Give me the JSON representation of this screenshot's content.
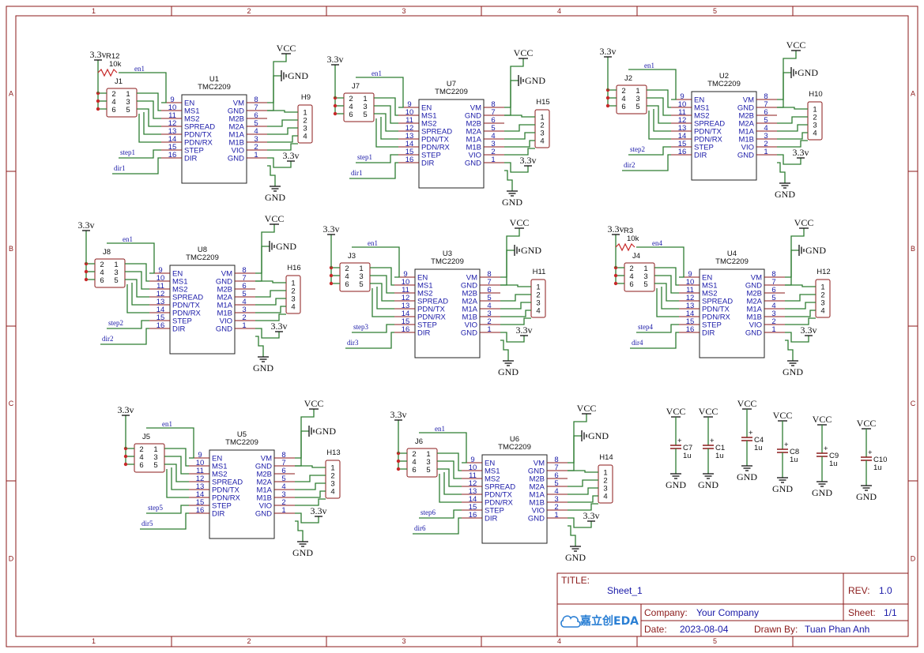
{
  "grid": {
    "columns": [
      "1",
      "2",
      "3",
      "4",
      "5"
    ],
    "rows": [
      "A",
      "B",
      "C",
      "D"
    ]
  },
  "labels": {
    "chip_part": "TMC2209",
    "vcc": "VCC",
    "gnd": "GND",
    "v33": "3.3v",
    "chip_left_pins": [
      {
        "name": "EN",
        "num": "9"
      },
      {
        "name": "MS1",
        "num": "10"
      },
      {
        "name": "MS2",
        "num": "11"
      },
      {
        "name": "SPREAD",
        "num": "12"
      },
      {
        "name": "PDN/TX",
        "num": "13"
      },
      {
        "name": "PDN/RX",
        "num": "14"
      },
      {
        "name": "STEP",
        "num": "15"
      },
      {
        "name": "DIR",
        "num": "16"
      }
    ],
    "chip_right_pins": [
      {
        "name": "VM",
        "num": "8"
      },
      {
        "name": "GND",
        "num": "7"
      },
      {
        "name": "M2B",
        "num": "6"
      },
      {
        "name": "M2A",
        "num": "5"
      },
      {
        "name": "M1A",
        "num": "4"
      },
      {
        "name": "M1B",
        "num": "3"
      },
      {
        "name": "VIO",
        "num": "2"
      },
      {
        "name": "GND",
        "num": "1"
      }
    ],
    "jumper_pins": [
      "2",
      "1",
      "4",
      "3",
      "6",
      "5"
    ],
    "header_pins": [
      "1",
      "2",
      "3",
      "4"
    ]
  },
  "blocks": [
    {
      "chip": "U1",
      "jumper": "J1",
      "header": "H9",
      "en": "en1",
      "step": "step1",
      "dir": "dir1",
      "resistor": {
        "ref": "R12",
        "value": "10k"
      }
    },
    {
      "chip": "U7",
      "jumper": "J7",
      "header": "H15",
      "en": "en1",
      "step": "step1",
      "dir": "dir1"
    },
    {
      "chip": "U2",
      "jumper": "J2",
      "header": "H10",
      "en": "en1",
      "step": "step2",
      "dir": "dir2"
    },
    {
      "chip": "U8",
      "jumper": "J8",
      "header": "H16",
      "en": "en1",
      "step": "step2",
      "dir": "dir2"
    },
    {
      "chip": "U3",
      "jumper": "J3",
      "header": "H11",
      "en": "en1",
      "step": "step3",
      "dir": "dir3"
    },
    {
      "chip": "U4",
      "jumper": "J4",
      "header": "H12",
      "en": "en4",
      "step": "step4",
      "dir": "dir4",
      "resistor": {
        "ref": "R3",
        "value": "10k"
      }
    },
    {
      "chip": "U5",
      "jumper": "J5",
      "header": "H13",
      "en": "en1",
      "step": "step5",
      "dir": "dir5"
    },
    {
      "chip": "U6",
      "jumper": "J6",
      "header": "H14",
      "en": "en1",
      "step": "step6",
      "dir": "dir6"
    }
  ],
  "capacitors": [
    {
      "ref": "C7",
      "value": "1u"
    },
    {
      "ref": "C1",
      "value": "1u"
    },
    {
      "ref": "C4",
      "value": "1u"
    },
    {
      "ref": "C8",
      "value": "1u"
    },
    {
      "ref": "C9",
      "value": "1u"
    },
    {
      "ref": "C10",
      "value": "1u"
    }
  ],
  "title_block": {
    "title_label": "TITLE:",
    "title": "Sheet_1",
    "rev_label": "REV:",
    "rev": "1.0",
    "company_label": "Company:",
    "company": "Your Company",
    "sheet_label": "Sheet:",
    "sheet": "1/1",
    "date_label": "Date:",
    "date": "2023-08-04",
    "drawn_label": "Drawn By:",
    "drawn_by": "Tuan Phan Anh",
    "logo_text": "嘉立创EDA"
  },
  "colors": {
    "frame": "#8b1a1a",
    "wire": "#2e7d32",
    "pin_text": "#1a1aa8",
    "logo": "#2a7fd4"
  }
}
